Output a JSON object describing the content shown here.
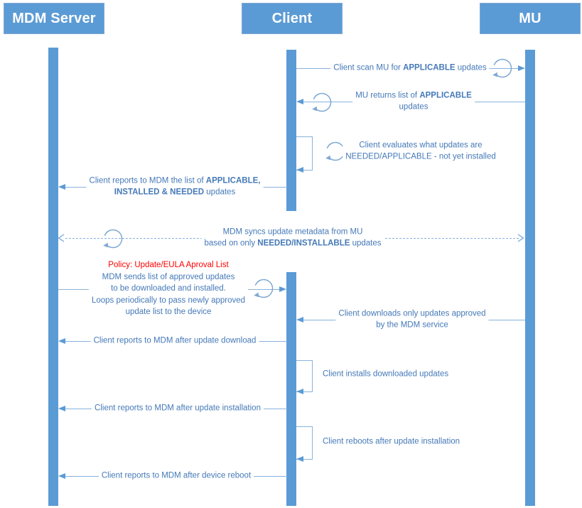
{
  "diagram_type": "sequence",
  "colors": {
    "actor_fill": "#5b9bd5",
    "line": "#88b2dd",
    "label_text": "#4579b8",
    "policy_red": "#ff0000"
  },
  "actors": [
    {
      "label": "MDM Server"
    },
    {
      "label": "Client"
    },
    {
      "label": "MU"
    }
  ],
  "messages": {
    "scan": [
      {
        "pre": "Client scan MU for ",
        "bold": "APPLICABLE",
        "post": " updates"
      }
    ],
    "mu_returns": [
      {
        "pre": "MU returns list of ",
        "bold": "APPLICABLE",
        "post": ""
      },
      {
        "pre": "updates",
        "bold": "",
        "post": ""
      }
    ],
    "evaluate": [
      {
        "pre": "Client evaluates what updates are",
        "bold": "",
        "post": ""
      },
      {
        "pre": "NEEDED/APPLICABLE - not yet installed",
        "bold": "",
        "post": ""
      }
    ],
    "report_list": [
      {
        "pre": "Client reports to MDM the list of ",
        "bold": "APPLICABLE,",
        "post": ""
      },
      {
        "pre": "",
        "bold": "INSTALLED & NEEDED",
        "post": " updates"
      }
    ],
    "sync": [
      {
        "pre": "MDM syncs update metadata from MU",
        "bold": "",
        "post": ""
      },
      {
        "pre": "based on only ",
        "bold": "NEEDED/INSTALLABLE",
        "post": " updates"
      }
    ],
    "policy_title": "Policy: Update/EULA Aproval List",
    "policy_body": [
      "MDM sends list of approved updates",
      "to be downloaded and installed.",
      "Loops periodically to pass newly approved",
      "update list to the device"
    ],
    "download": [
      {
        "pre": "Client downloads only updates approved",
        "bold": "",
        "post": ""
      },
      {
        "pre": "by the MDM service",
        "bold": "",
        "post": ""
      }
    ],
    "report_download": [
      {
        "pre": "Client reports to MDM after update download",
        "bold": "",
        "post": ""
      }
    ],
    "install": [
      {
        "pre": "Client installs downloaded updates",
        "bold": "",
        "post": ""
      }
    ],
    "report_install": [
      {
        "pre": "Client reports to MDM after update installation",
        "bold": "",
        "post": ""
      }
    ],
    "reboot": [
      {
        "pre": "Client reboots after update installation",
        "bold": "",
        "post": ""
      }
    ],
    "report_reboot": [
      {
        "pre": "Client reports to MDM after device reboot",
        "bold": "",
        "post": ""
      }
    ]
  }
}
